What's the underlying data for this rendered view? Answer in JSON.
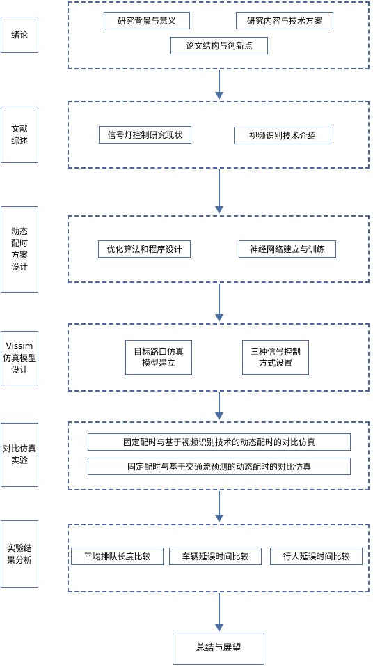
{
  "stages": [
    {
      "label": "绪论",
      "items": [
        "研究背景与意义",
        "研究内容与技术方案",
        "论文结构与创新点"
      ]
    },
    {
      "label": "文献综述",
      "items": [
        "信号灯控制研究现状",
        "视频识别技术介绍"
      ]
    },
    {
      "label": "动态配时方案设计",
      "items": [
        "优化算法和程序设计",
        "神经网络建立与训练"
      ]
    },
    {
      "label": "Vissim仿真模型设计",
      "items": [
        "目标路口仿真\n模型建立",
        "三种信号控制\n方式设置"
      ]
    },
    {
      "label": "对比仿真实验",
      "items": [
        "固定配时与基于视频识别技术的动态配时的对比仿真",
        "固定配时与基于交通流预测的动态配时的对比仿真"
      ]
    },
    {
      "label": "实验结果分析",
      "items": [
        "平均排队长度比较",
        "车辆延误时间比较",
        "行人延误时间比较"
      ]
    }
  ],
  "final": "总结与展望",
  "colors": {
    "border": "#4a66a8",
    "arrow": "#4a6fa5"
  }
}
